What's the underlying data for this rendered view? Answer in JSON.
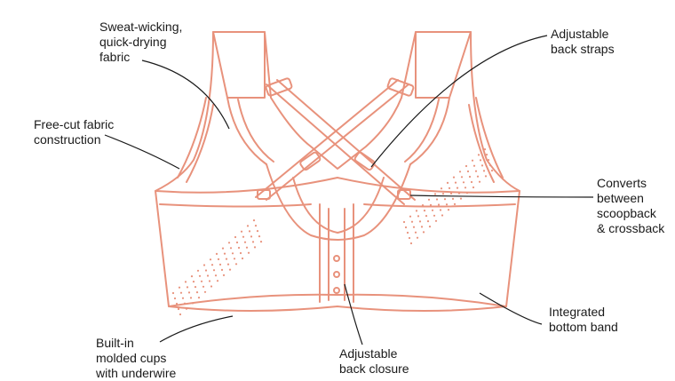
{
  "colors": {
    "outline": "#e8927c",
    "leader": "#1a1a1a",
    "text": "#1a1a1a"
  },
  "callouts": {
    "sweat": {
      "lines": [
        "Sweat-wicking,",
        "quick-drying",
        "fabric"
      ]
    },
    "freecut": {
      "lines": [
        "Free-cut fabric",
        "construction"
      ]
    },
    "straps": {
      "lines": [
        "Adjustable",
        "back straps"
      ]
    },
    "converts": {
      "lines": [
        "Converts",
        "between",
        "scoopback",
        "& crossback"
      ]
    },
    "band": {
      "lines": [
        "Integrated",
        "bottom band"
      ]
    },
    "cups": {
      "lines": [
        "Built-in",
        "molded cups",
        "with underwire"
      ]
    },
    "closure": {
      "lines": [
        "Adjustable",
        "back closure"
      ]
    }
  }
}
